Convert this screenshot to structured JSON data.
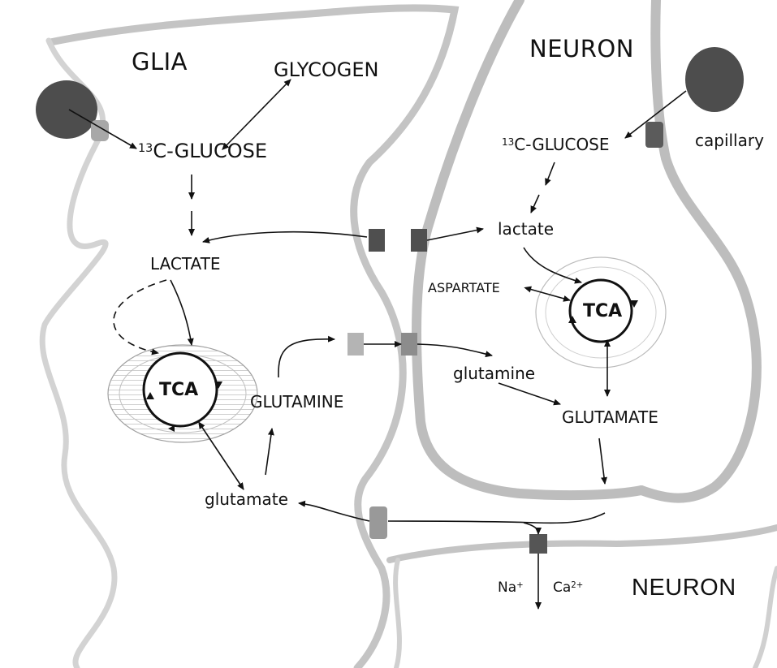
{
  "compartments": {
    "glia": "GLIA",
    "neuron_top": "NEURON",
    "neuron_bottom": "NEURON",
    "capillary": "capillary"
  },
  "glia": {
    "glycogen": "GLYCOGEN",
    "glucose_sup": "13",
    "glucose": "C-GLUCOSE",
    "lactate": "LACTATE",
    "tca": "TCA",
    "glutamine": "GLUTAMINE",
    "glutamate": "glutamate"
  },
  "neuron": {
    "glucose_sup": "13",
    "glucose": "C-GLUCOSE",
    "lactate": "lactate",
    "aspartate": "ASPARTATE",
    "tca": "TCA",
    "glutamine": "glutamine",
    "glutamate": "GLUTAMATE"
  },
  "ions": {
    "na_base": "Na",
    "na_sup": "+",
    "ca_base": "Ca",
    "ca_sup": "2+"
  },
  "colors": {
    "membrane": "#c4c4c4",
    "transporter": "#555555",
    "transporter_light": "#a8a8a8",
    "capillary": "#4a4a4a",
    "arrow": "#111111",
    "mito": "#9a9a9a"
  }
}
